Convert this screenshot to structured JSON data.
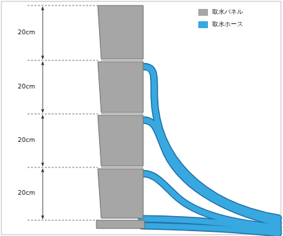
{
  "diagram": {
    "labels": [
      "20cm",
      "20cm",
      "20cm",
      "20cm"
    ],
    "legend": [
      {
        "text": "取水パネル",
        "color": "#a6a6a6"
      },
      {
        "text": "取水ホース",
        "color": "#38a8e0"
      }
    ]
  }
}
